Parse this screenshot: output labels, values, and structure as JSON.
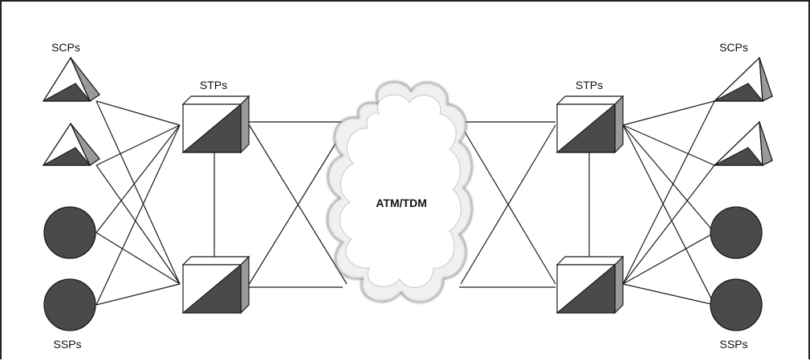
{
  "labels": {
    "left_scps": "SCPs",
    "left_stps": "STPs",
    "left_ssps": "SSPs",
    "right_scps": "SCPs",
    "right_stps": "STPs",
    "right_ssps": "SSPs",
    "cloud": "ATM/TDM"
  },
  "colors": {
    "line": "#1a1a1a",
    "dark_fill": "#4a4a4a",
    "light_fill": "#ffffff",
    "side_fill": "#9a9a9a",
    "cloud_fill": "#dcdcdc",
    "cloud_stroke": "#3a3a3a"
  }
}
